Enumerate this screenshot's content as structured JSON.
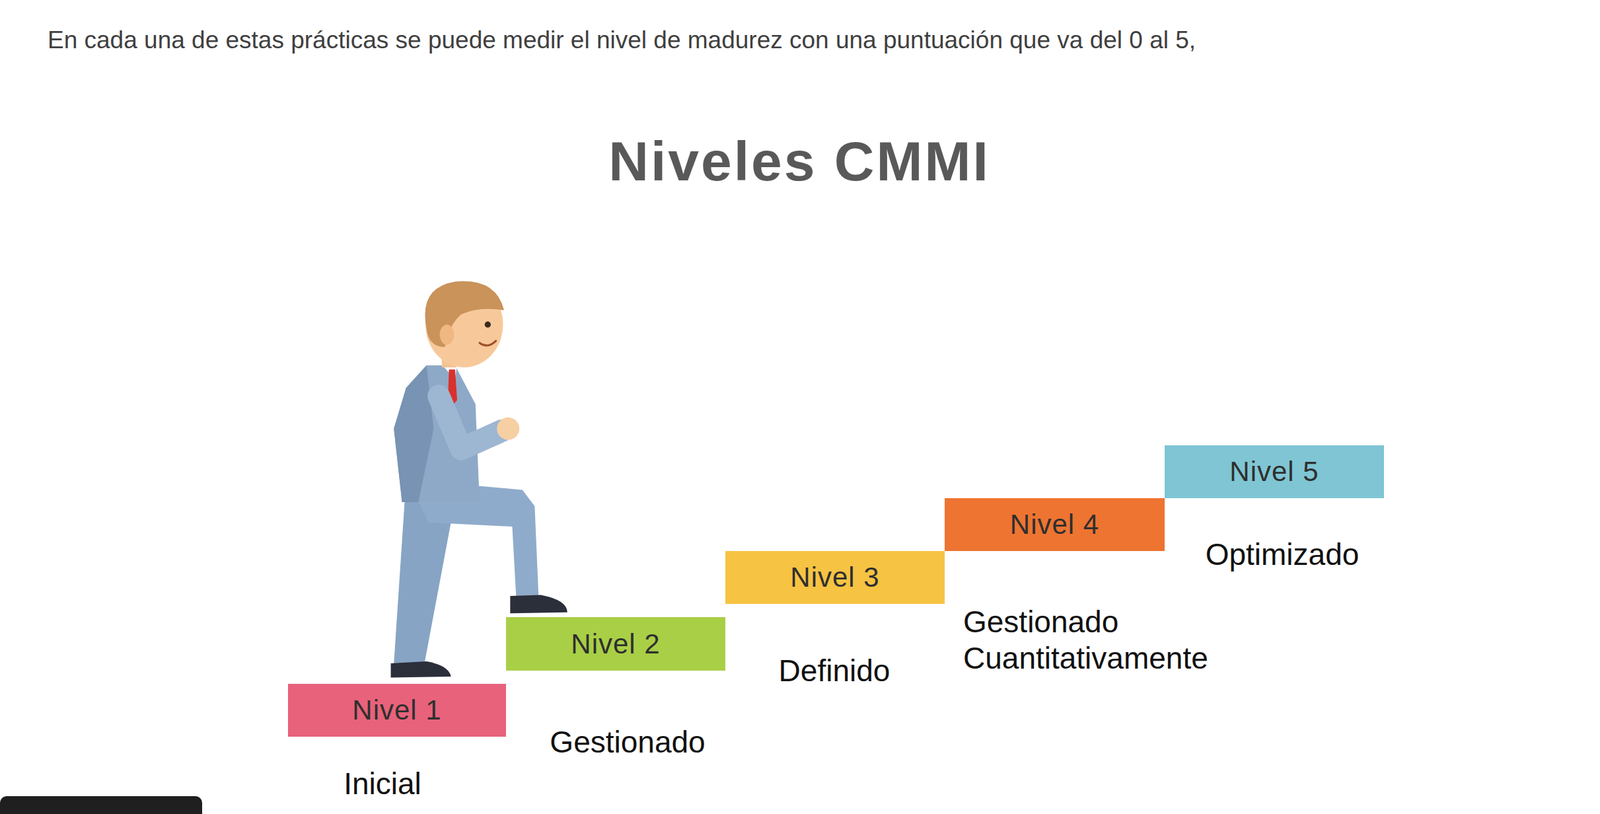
{
  "diagram": {
    "title": "Niveles CMMI",
    "nodes": [
      {
        "text": [
          "Nivel 1",
          "Inicial"
        ]
      },
      {
        "text": [
          "Nivel 2",
          "Gestionado"
        ]
      },
      {
        "text": [
          "Nivel 3",
          "Definido"
        ]
      },
      {
        "text": [
          "Nivel 4",
          "Gestionado Cuantitativamente"
        ]
      },
      {
        "text": [
          "Nivel 5",
          "Optimizado"
        ]
      }
    ],
    "labels": [
      "En cada una de estas prácticas se puede medir el nivel de madurez con una puntuación que va del 0 al 5,"
    ]
  }
}
